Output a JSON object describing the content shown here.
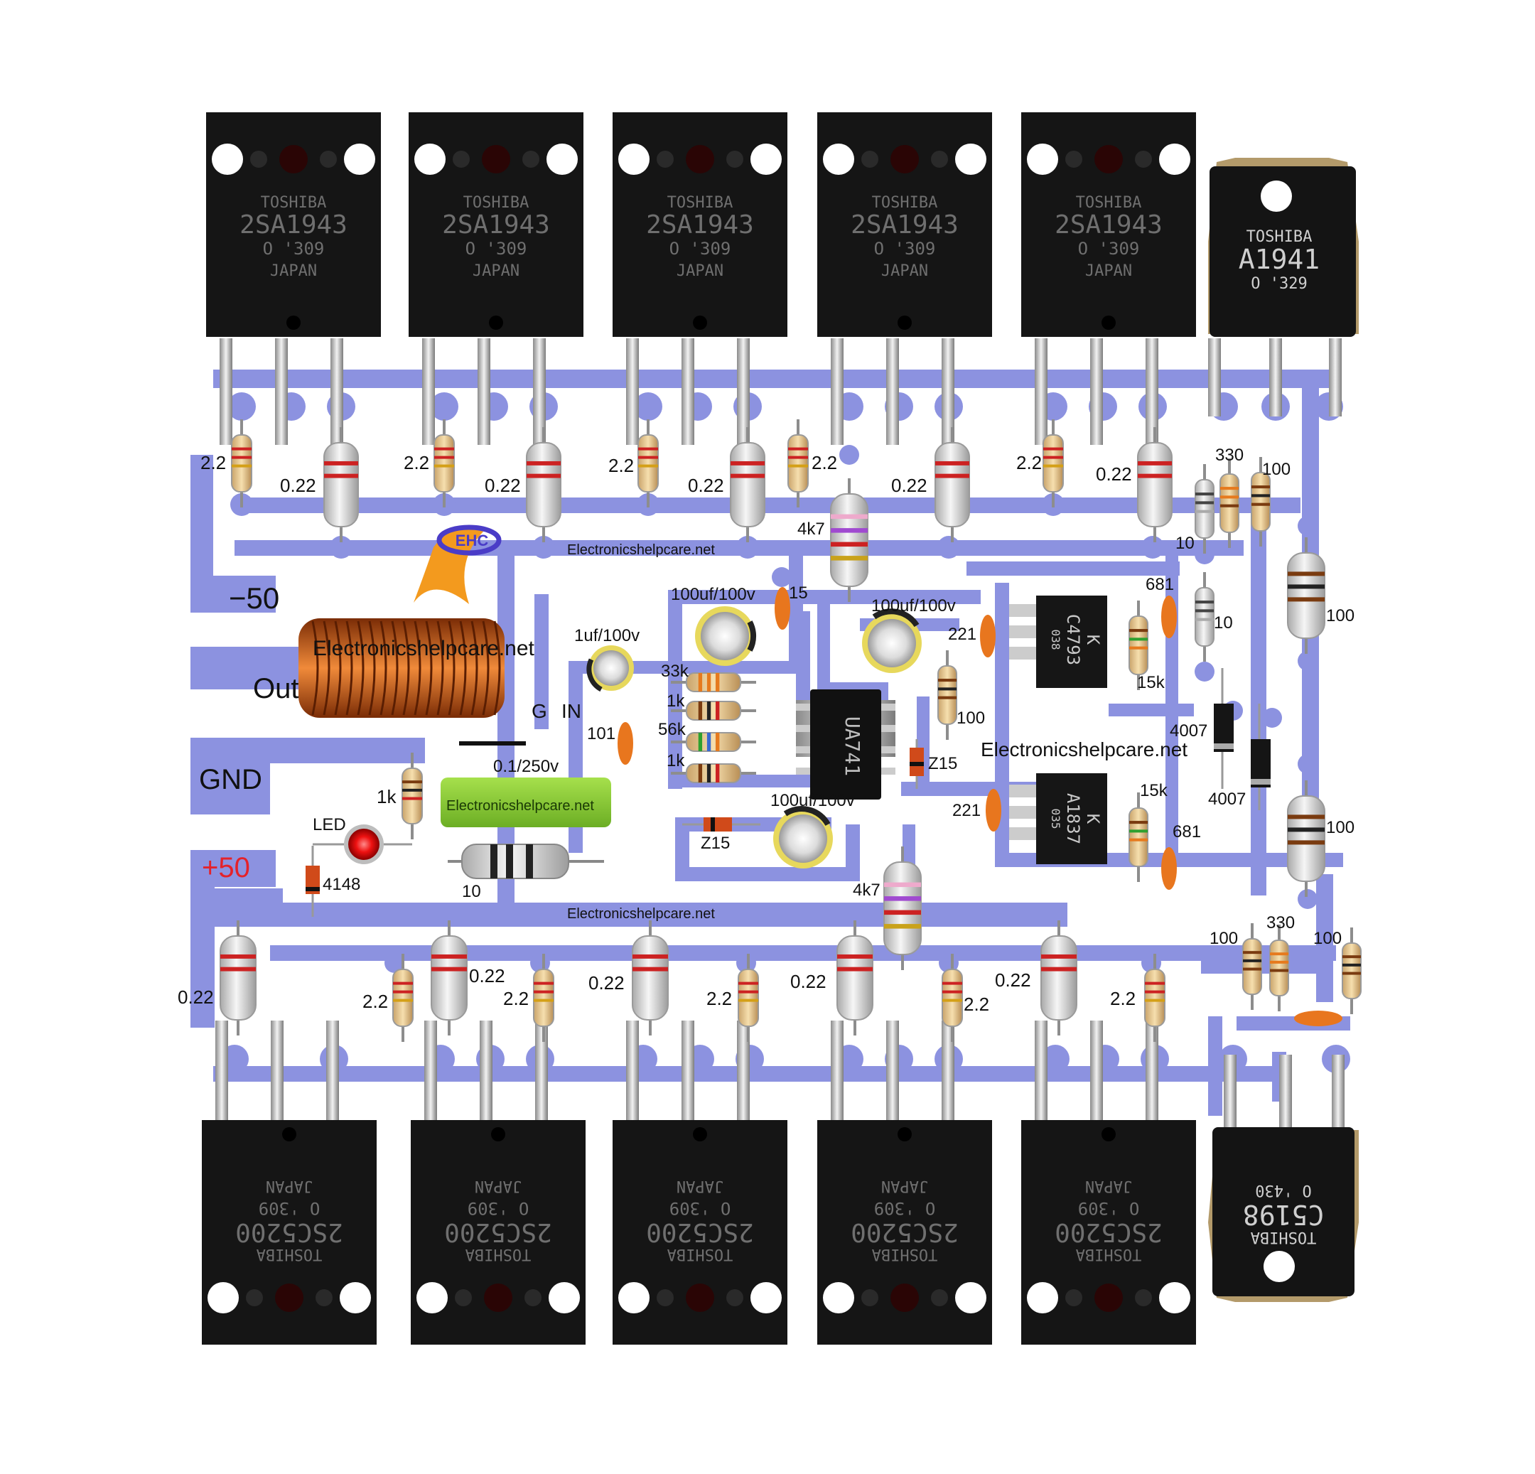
{
  "board": {
    "watermark_main": "Electronicshelpcare.net",
    "watermark_top": "Electronicshelpcare.net",
    "watermark_bottom": "Electronicshelpcare.net",
    "watermark_right": "Electronicshelpcare.net",
    "green_label": "Electronicshelpcare.net",
    "logo_text": "EHC"
  },
  "rails": {
    "neg": "−50",
    "out": "Out",
    "gnd": "GND",
    "pos": "+50",
    "pos_color": "#e4222a"
  },
  "top_transistors": [
    {
      "brand": "TOSHIBA",
      "part": "2SA1943",
      "code": "O  '309",
      "origin": "JAPAN"
    },
    {
      "brand": "TOSHIBA",
      "part": "2SA1943",
      "code": "O  '309",
      "origin": "JAPAN"
    },
    {
      "brand": "TOSHIBA",
      "part": "2SA1943",
      "code": "O  '309",
      "origin": "JAPAN"
    },
    {
      "brand": "TOSHIBA",
      "part": "2SA1943",
      "code": "O  '309",
      "origin": "JAPAN"
    },
    {
      "brand": "TOSHIBA",
      "part": "2SA1943",
      "code": "O  '309",
      "origin": "JAPAN"
    }
  ],
  "top_driver": {
    "brand": "TOSHIBA",
    "part": "A1941",
    "code": "O  '329"
  },
  "bottom_transistors": [
    {
      "brand": "TOSHIBA",
      "part": "2SC5200",
      "code": "O  '309",
      "origin": "JAPAN"
    },
    {
      "brand": "TOSHIBA",
      "part": "2SC5200",
      "code": "O  '309",
      "origin": "JAPAN"
    },
    {
      "brand": "TOSHIBA",
      "part": "2SC5200",
      "code": "O  '309",
      "origin": "JAPAN"
    },
    {
      "brand": "TOSHIBA",
      "part": "2SC5200",
      "code": "O  '309",
      "origin": "JAPAN"
    },
    {
      "brand": "TOSHIBA",
      "part": "2SC5200",
      "code": "O  '309",
      "origin": "JAPAN"
    }
  ],
  "bottom_driver": {
    "brand": "TOSHIBA",
    "part": "C5198",
    "code": "O  '430"
  },
  "labels": {
    "r22_top": [
      "2.2",
      "2.2",
      "2.2",
      "2.2",
      "2.2"
    ],
    "r022_top": [
      "0.22",
      "0.22",
      "0.22",
      "0.22",
      "0.22"
    ],
    "r22_bot": [
      "2.2",
      "2.2",
      "2.2",
      "2.2",
      "2.2"
    ],
    "r022_bot": [
      "0.22",
      "0.22",
      "0.22",
      "0.22",
      "0.22"
    ],
    "r4k7_top": "4k7",
    "r4k7_bot": "4k7",
    "c100uf_a": "100uf/100v",
    "c100uf_b": "100uf/100v",
    "c100uf_c": "100uf/100v",
    "c1uf": "1uf/100v",
    "c15": "15",
    "r33k": "33k",
    "r1k_a": "1k",
    "r56k": "56k",
    "r1k_b": "1k",
    "c101": "101",
    "input_g": "G",
    "input_in": "IN",
    "c_film": "0.1/250v",
    "ic": "UA741",
    "z15_a": "Z15",
    "z15_b": "Z15",
    "r100_mid": "100",
    "c221_a": "221",
    "c221_b": "221",
    "c681_a": "681",
    "c681_b": "681",
    "r15k_a": "15k",
    "r15k_b": "15k",
    "q_upper_brand": "K",
    "q_upper_part": "C4793",
    "q_upper_code": "038",
    "q_lower_brand": "K",
    "q_lower_part": "A1837",
    "q_lower_code": "035",
    "r330_top": "330",
    "r100_top": "100",
    "r10_a": "10",
    "r10_b": "10",
    "r100_right_a": "100",
    "r100_right_b": "100",
    "d4007_a": "4007",
    "d4007_b": "4007",
    "r330_bot": "330",
    "r100_bot_a": "100",
    "r100_bot_b": "100",
    "r1k_led": "1k",
    "led": "LED",
    "d4148": "4148",
    "r10_big": "10"
  }
}
